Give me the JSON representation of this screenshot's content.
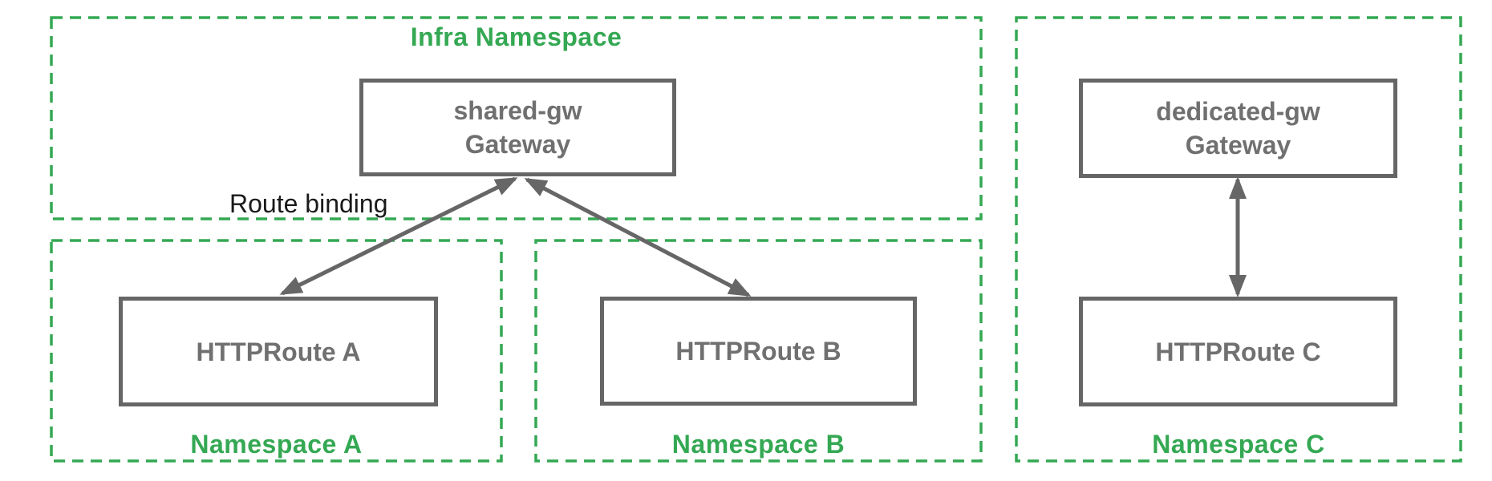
{
  "diagram": {
    "title_context": "Gateway API route binding across namespaces",
    "labels": {
      "infra_namespace": "Infra Namespace",
      "namespace_a": "Namespace A",
      "namespace_b": "Namespace B",
      "namespace_c": "Namespace C",
      "route_binding": "Route binding"
    },
    "nodes": {
      "shared_gw": "shared-gw\nGateway",
      "route_a": "HTTPRoute A",
      "route_b": "HTTPRoute B",
      "dedicated_gw": "dedicated-gw\nGateway",
      "route_c": "HTTPRoute C"
    },
    "edges": [
      {
        "from": "route_a",
        "to": "shared_gw",
        "style": "double-arrow",
        "label": "Route binding"
      },
      {
        "from": "route_b",
        "to": "shared_gw",
        "style": "double-arrow",
        "label": ""
      },
      {
        "from": "route_c",
        "to": "dedicated_gw",
        "style": "double-arrow",
        "label": ""
      }
    ],
    "colors": {
      "namespace_green": "#34a853",
      "node_border_gray": "#666666",
      "node_text_gray": "#707070",
      "arrow_gray": "#666666",
      "annotation_black": "#1a1a1a"
    }
  }
}
